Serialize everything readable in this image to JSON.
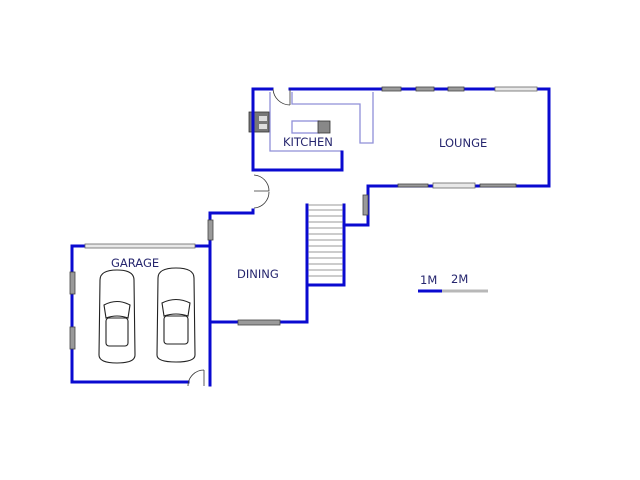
{
  "rooms": {
    "kitchen": "KITCHEN",
    "lounge": "LOUNGE",
    "garage": "GARAGE",
    "dining": "DINING"
  },
  "scale": {
    "label_1": "1M",
    "label_2": "2M"
  },
  "colors": {
    "wall": "#0a0ad0",
    "fixture": "#8f8fd8",
    "scale_gray": "#b8b8b8"
  }
}
